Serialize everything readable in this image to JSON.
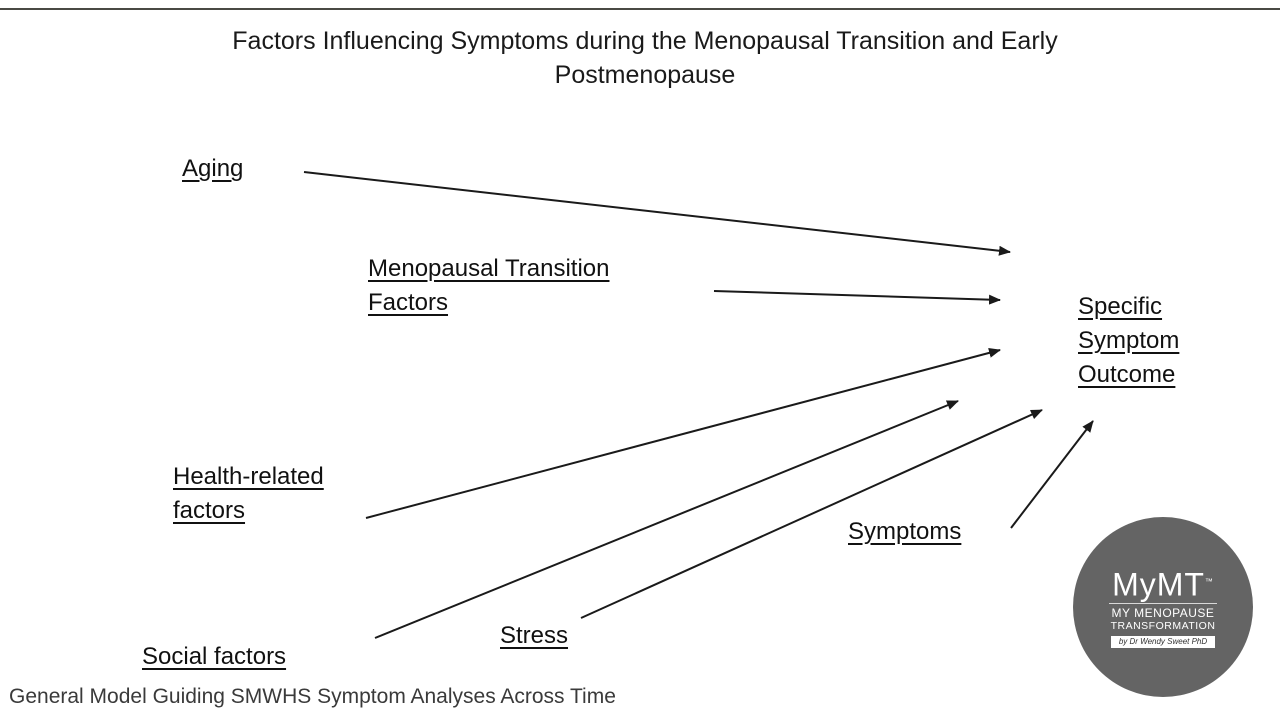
{
  "title_line1": "Factors Influencing Symptoms during the Menopausal Transition and Early",
  "title_line2": "Postmenopause",
  "nodes": {
    "aging": "Aging",
    "menopausal_transition": [
      "Menopausal Transition",
      "Factors"
    ],
    "outcome": [
      "Specific",
      "Symptom",
      "Outcome"
    ],
    "health": [
      "Health-related",
      "factors"
    ],
    "symptoms": "Symptoms",
    "stress": "Stress",
    "social": "Social factors"
  },
  "caption": "General Model Guiding SMWHS Symptom Analyses Across Time",
  "logo": {
    "mark": "MyMT",
    "tm": "™",
    "line1": "MY MENOPAUSE",
    "line2": "TRANSFORMATION",
    "byline": "by Dr Wendy Sweet PhD"
  },
  "colors": {
    "logo_bg": "#646464",
    "arrow": "#1a1a1a",
    "rule": "#4a4a44"
  }
}
